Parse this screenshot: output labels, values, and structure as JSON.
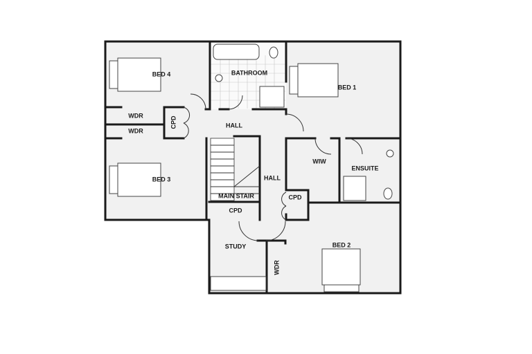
{
  "floor_plan": {
    "rooms": {
      "bed4": "BED 4",
      "bathroom": "BATHROOM",
      "bed1": "BED 1",
      "wdr_upper": "WDR",
      "wdr_lower": "WDR",
      "cpd_left": "CPD",
      "hall_upper": "HALL",
      "wiw": "WIW",
      "ensuite": "ENSUITE",
      "hall_lower": "HALL",
      "bed3": "BED 3",
      "main_stair": "MAIN STAIR",
      "cpd_right": "CPD",
      "cpd_stair": "CPD",
      "study": "STUDY",
      "wdr_study": "WDR",
      "bed2": "BED 2"
    },
    "colors": {
      "wall": "#1a1a1a",
      "floor": "#f1f1f1",
      "background": "#ffffff"
    }
  }
}
